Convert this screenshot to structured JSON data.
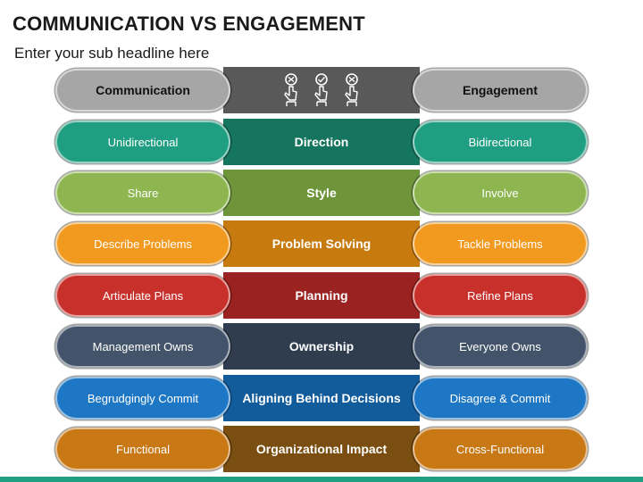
{
  "title": "COMMUNICATION VS ENGAGEMENT",
  "subtitle": "Enter your sub headline here",
  "header": {
    "left_label": "Communication",
    "right_label": "Engagement",
    "pill_color": "#a6a6a6",
    "band_color": "#595959",
    "icons": [
      "reject-hand-icon",
      "approve-hand-icon",
      "reject-hand-icon"
    ]
  },
  "rows": [
    {
      "left": "Unidirectional",
      "center": "Direction",
      "right": "Bidirectional",
      "pill_color": "#1f9e82",
      "band_color": "#16755f"
    },
    {
      "left": "Share",
      "center": "Style",
      "right": "Involve",
      "pill_color": "#8db650",
      "band_color": "#6f953a"
    },
    {
      "left": "Describe Problems",
      "center": "Problem Solving",
      "right": "Tackle  Problems",
      "pill_color": "#f29a1f",
      "band_color": "#c77a0e"
    },
    {
      "left": "Articulate Plans",
      "center": "Planning",
      "right": "Refine Plans",
      "pill_color": "#c8302c",
      "band_color": "#9a2220"
    },
    {
      "left": "Management Owns",
      "center": "Ownership",
      "right": "Everyone Owns",
      "pill_color": "#43546a",
      "band_color": "#2f3d4f"
    },
    {
      "left": "Begrudgingly Commit",
      "center": "Aligning Behind Decisions",
      "right": "Disagree & Commit",
      "pill_color": "#1e77c4",
      "band_color": "#135c9c"
    },
    {
      "left": "Functional",
      "center": "Organizational Impact",
      "right": "Cross-Functional",
      "pill_color": "#c97816",
      "band_color": "#7a4d10"
    }
  ],
  "footer_color": "#1f9e82"
}
